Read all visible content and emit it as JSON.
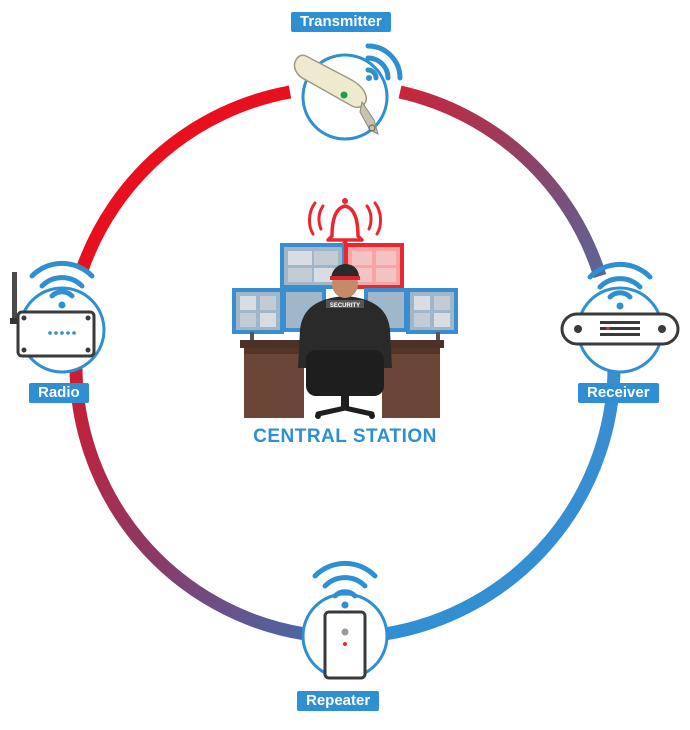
{
  "nodes": {
    "transmitter": {
      "label": "Transmitter",
      "icon": "key-fob-transmitter-icon"
    },
    "radio": {
      "label": "Radio",
      "icon": "radio-module-icon"
    },
    "receiver": {
      "label": "Receiver",
      "icon": "receiver-unit-icon"
    },
    "repeater": {
      "label": "Repeater",
      "icon": "repeater-device-icon"
    }
  },
  "center": {
    "title": "CENTRAL STATION",
    "icon": "security-operator-monitors-icon",
    "alarm_icon": "alarm-bell-icon",
    "shirt_text": "SECURITY"
  },
  "colors": {
    "red": "#e8101e",
    "blue": "#2f8fd3",
    "purple": "#6c4f7f",
    "label_bg": "#2f8fd3",
    "alert_red": "#e8282e",
    "desk": "#5b3c2f"
  }
}
